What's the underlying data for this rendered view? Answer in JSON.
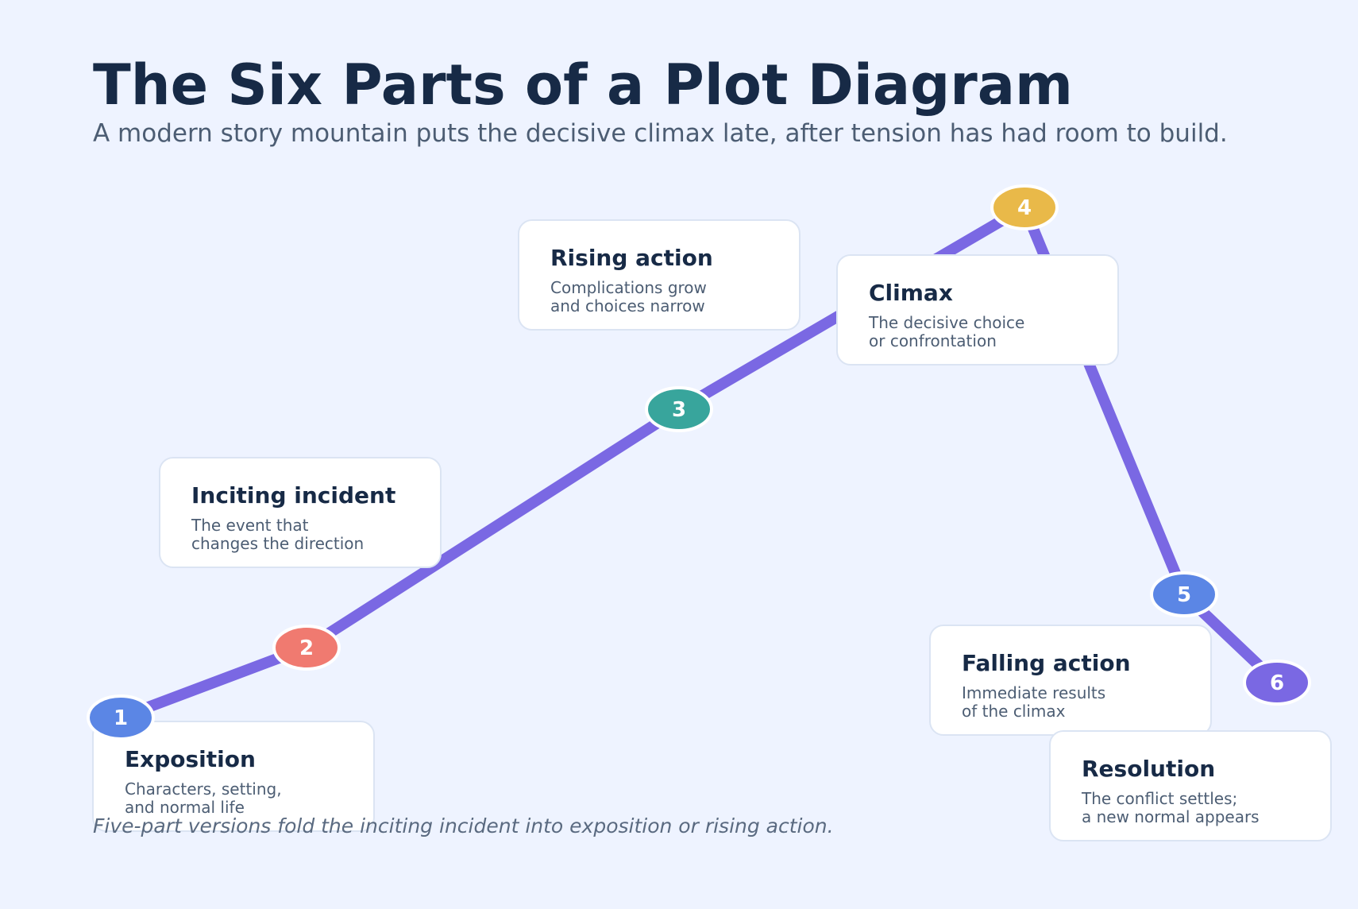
{
  "title": "The Six Parts of a Plot Diagram",
  "subtitle": "A modern story mountain puts the decisive climax late, after tension has had room to build.",
  "footnote": "Five-part versions fold the inciting incident into exposition or rising action.",
  "colors": {
    "background": "#eef3ff",
    "line": "#7a68e3",
    "title": "#172a46"
  },
  "stages": [
    {
      "number": "1",
      "name": "Exposition",
      "desc_line1": "Characters, setting,",
      "desc_line2": "and normal life",
      "color": "#5b86e5"
    },
    {
      "number": "2",
      "name": "Inciting incident",
      "desc_line1": "The event that",
      "desc_line2": "changes the direction",
      "color": "#f07a70"
    },
    {
      "number": "3",
      "name": "Rising action",
      "desc_line1": "Complications grow",
      "desc_line2": "and choices narrow",
      "color": "#38a59c"
    },
    {
      "number": "4",
      "name": "Climax",
      "desc_line1": "The decisive choice",
      "desc_line2": "or confrontation",
      "color": "#e9b949"
    },
    {
      "number": "5",
      "name": "Falling action",
      "desc_line1": "Immediate results",
      "desc_line2": "of the climax",
      "color": "#5b86e5"
    },
    {
      "number": "6",
      "name": "Resolution",
      "desc_line1": "The conflict settles;",
      "desc_line2": "a new normal appears",
      "color": "#7a68e3"
    }
  ]
}
